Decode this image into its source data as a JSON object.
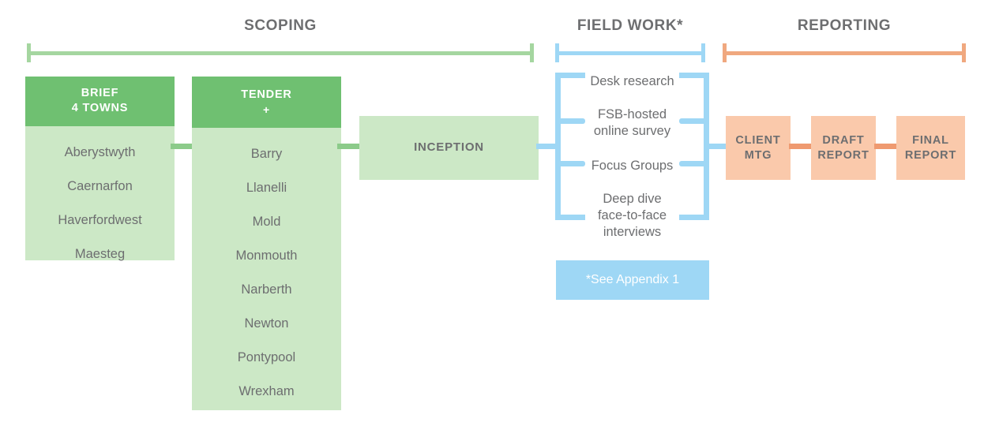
{
  "diagram": {
    "title_colors": {
      "header_text": "#6d6e70",
      "green_dark": "#6fc071",
      "green_light": "#cce8c6",
      "blue": "#9ed7f5",
      "orange": "#f7b695",
      "orange_dark": "#ef9a70"
    },
    "phases": [
      {
        "key": "scoping",
        "label": "SCOPING"
      },
      {
        "key": "fieldwork",
        "label": "FIELD WORK*"
      },
      {
        "key": "reporting",
        "label": "REPORTING"
      }
    ],
    "brief_box": {
      "title_line1": "BRIEF",
      "title_line2": "4 TOWNS",
      "towns": [
        "Aberystwyth",
        "Caernarfon",
        "Haverfordwest",
        "Maesteg"
      ]
    },
    "tender_box": {
      "title_line1": "TENDER",
      "title_line2": "+",
      "towns": [
        "Barry",
        "Llanelli",
        "Mold",
        "Monmouth",
        "Narberth",
        "Newton",
        "Pontypool",
        "Wrexham"
      ]
    },
    "inception_box": {
      "label": "INCEPTION"
    },
    "fieldwork_items": [
      {
        "label": "Desk research"
      },
      {
        "label": "FSB-hosted\nonline survey"
      },
      {
        "label": "Focus Groups"
      },
      {
        "label": "Deep dive\nface-to-face\ninterviews"
      }
    ],
    "appendix_note": {
      "label": "*See Appendix 1"
    },
    "reporting_boxes": [
      {
        "line1": "CLIENT",
        "line2": "MTG"
      },
      {
        "line1": "DRAFT",
        "line2": "REPORT"
      },
      {
        "line1": "FINAL",
        "line2": "REPORT"
      }
    ]
  }
}
